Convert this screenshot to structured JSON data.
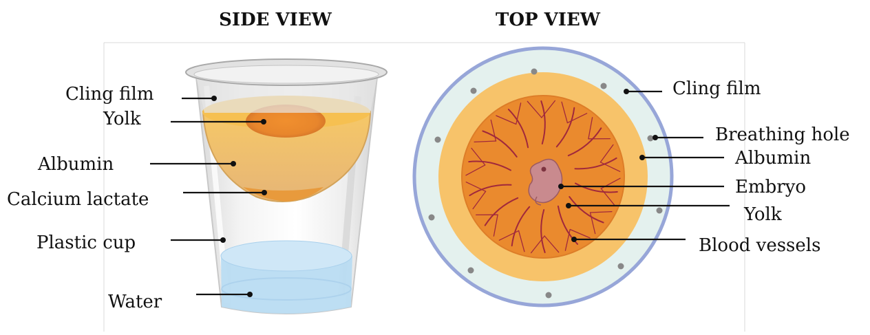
{
  "side_view": {
    "title": "SIDE VIEW",
    "labels": {
      "cling_film": "Cling film",
      "yolk": "Yolk",
      "albumin": "Albumin",
      "calcium_lactate": "Calcium lactate",
      "plastic_cup": "Plastic cup",
      "water": "Water"
    }
  },
  "top_view": {
    "title": "TOP VIEW",
    "labels": {
      "cling_film": "Cling film",
      "breathing_hole": "Breathing hole",
      "albumin": "Albumin",
      "embryo": "Embryo",
      "yolk": "Yolk",
      "blood_vessels": "Blood vessels"
    }
  },
  "colors": {
    "albumin": "#f5c46a",
    "yolk": "#e8892c",
    "calcium_lactate": "#e89a3c",
    "water": "#b9dcf2",
    "cling_film_ring": "#97a6d8",
    "cling_film_fill": "#e4f1ee",
    "blood_vessels": "#a0283c",
    "embryo": "#c98a8e"
  }
}
